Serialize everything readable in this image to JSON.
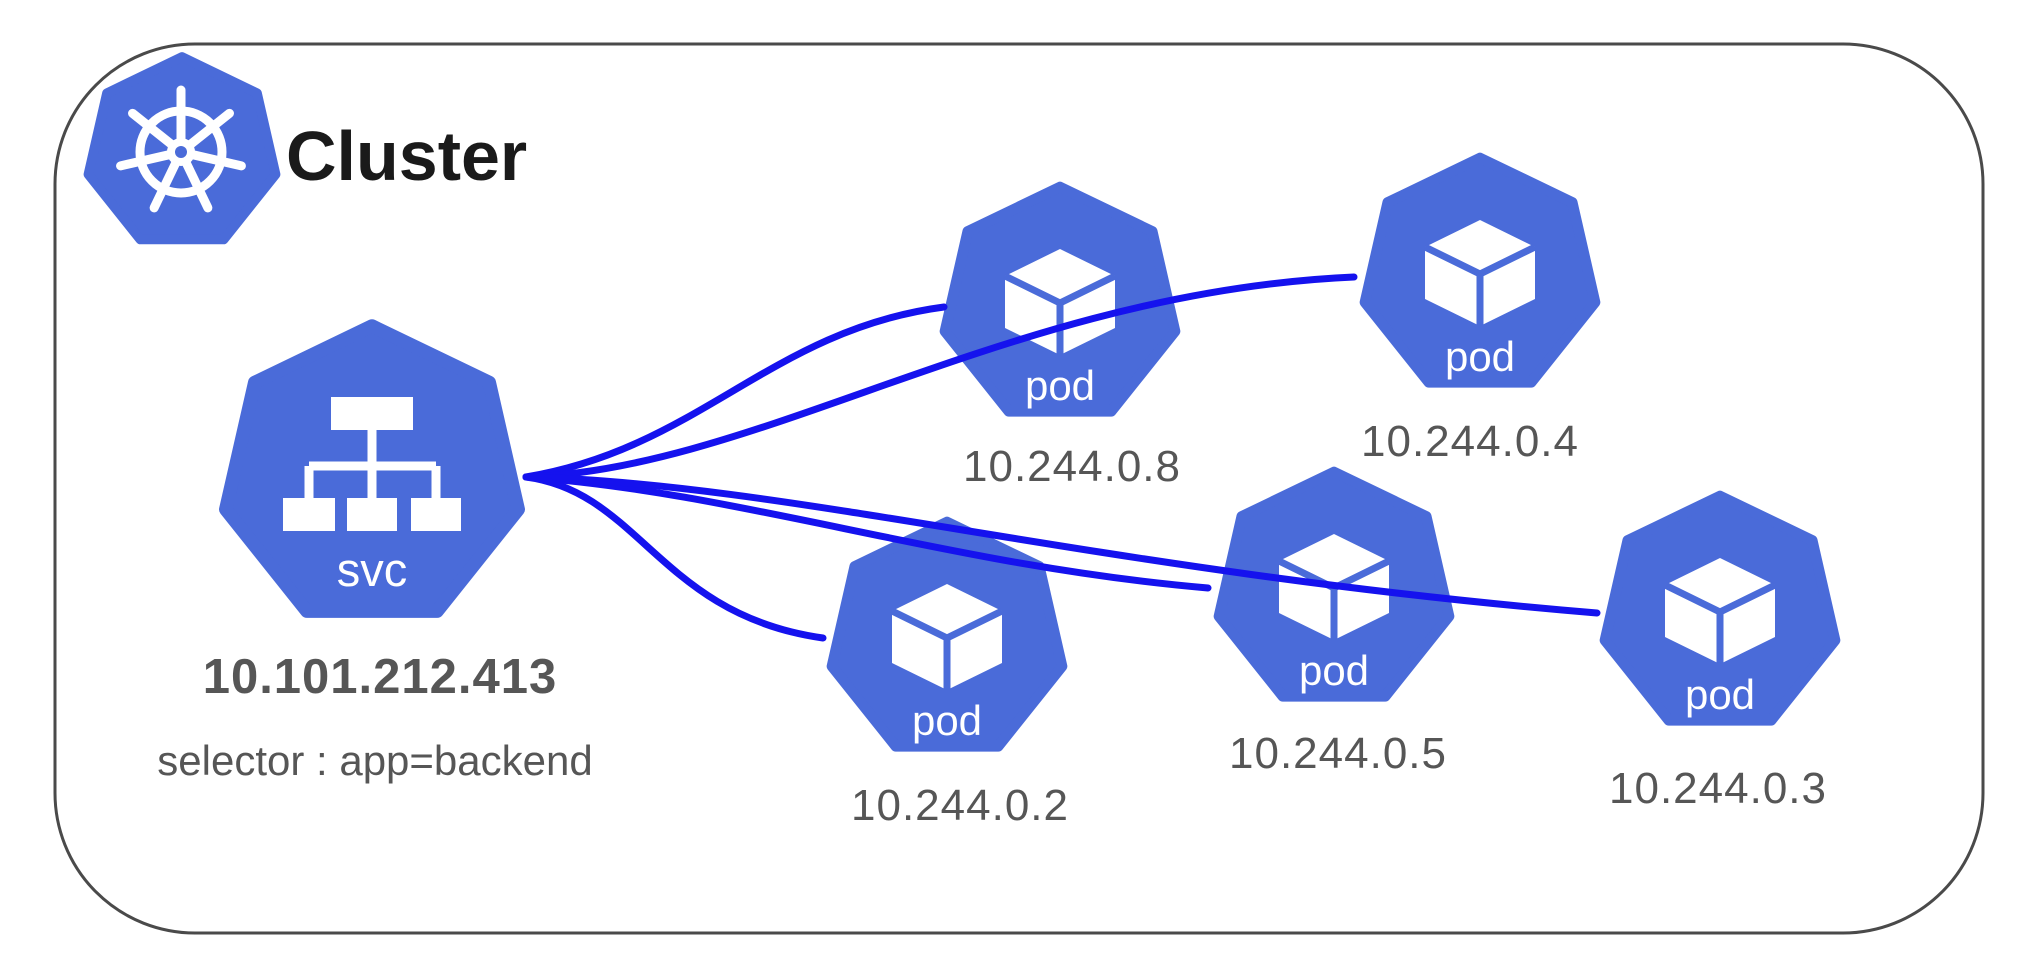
{
  "cluster": {
    "label": "Cluster"
  },
  "service": {
    "label": "svc",
    "ip": "10.101.212.413",
    "selector": "selector : app=backend"
  },
  "pods": [
    {
      "label": "pod",
      "ip": "10.244.0.8"
    },
    {
      "label": "pod",
      "ip": "10.244.0.4"
    },
    {
      "label": "pod",
      "ip": "10.244.0.2"
    },
    {
      "label": "pod",
      "ip": "10.244.0.5"
    },
    {
      "label": "pod",
      "ip": "10.244.0.3"
    }
  ],
  "icons": {
    "cluster_logo": "kubernetes-helm-icon",
    "service_icon": "service-tree-icon",
    "pod_icon": "cube-icon"
  },
  "colors": {
    "node_fill": "#4a6bd9",
    "connection": "#1512ee",
    "text_gray": "#565656",
    "title": "#1a1a1a",
    "border": "#4a4a4a"
  }
}
